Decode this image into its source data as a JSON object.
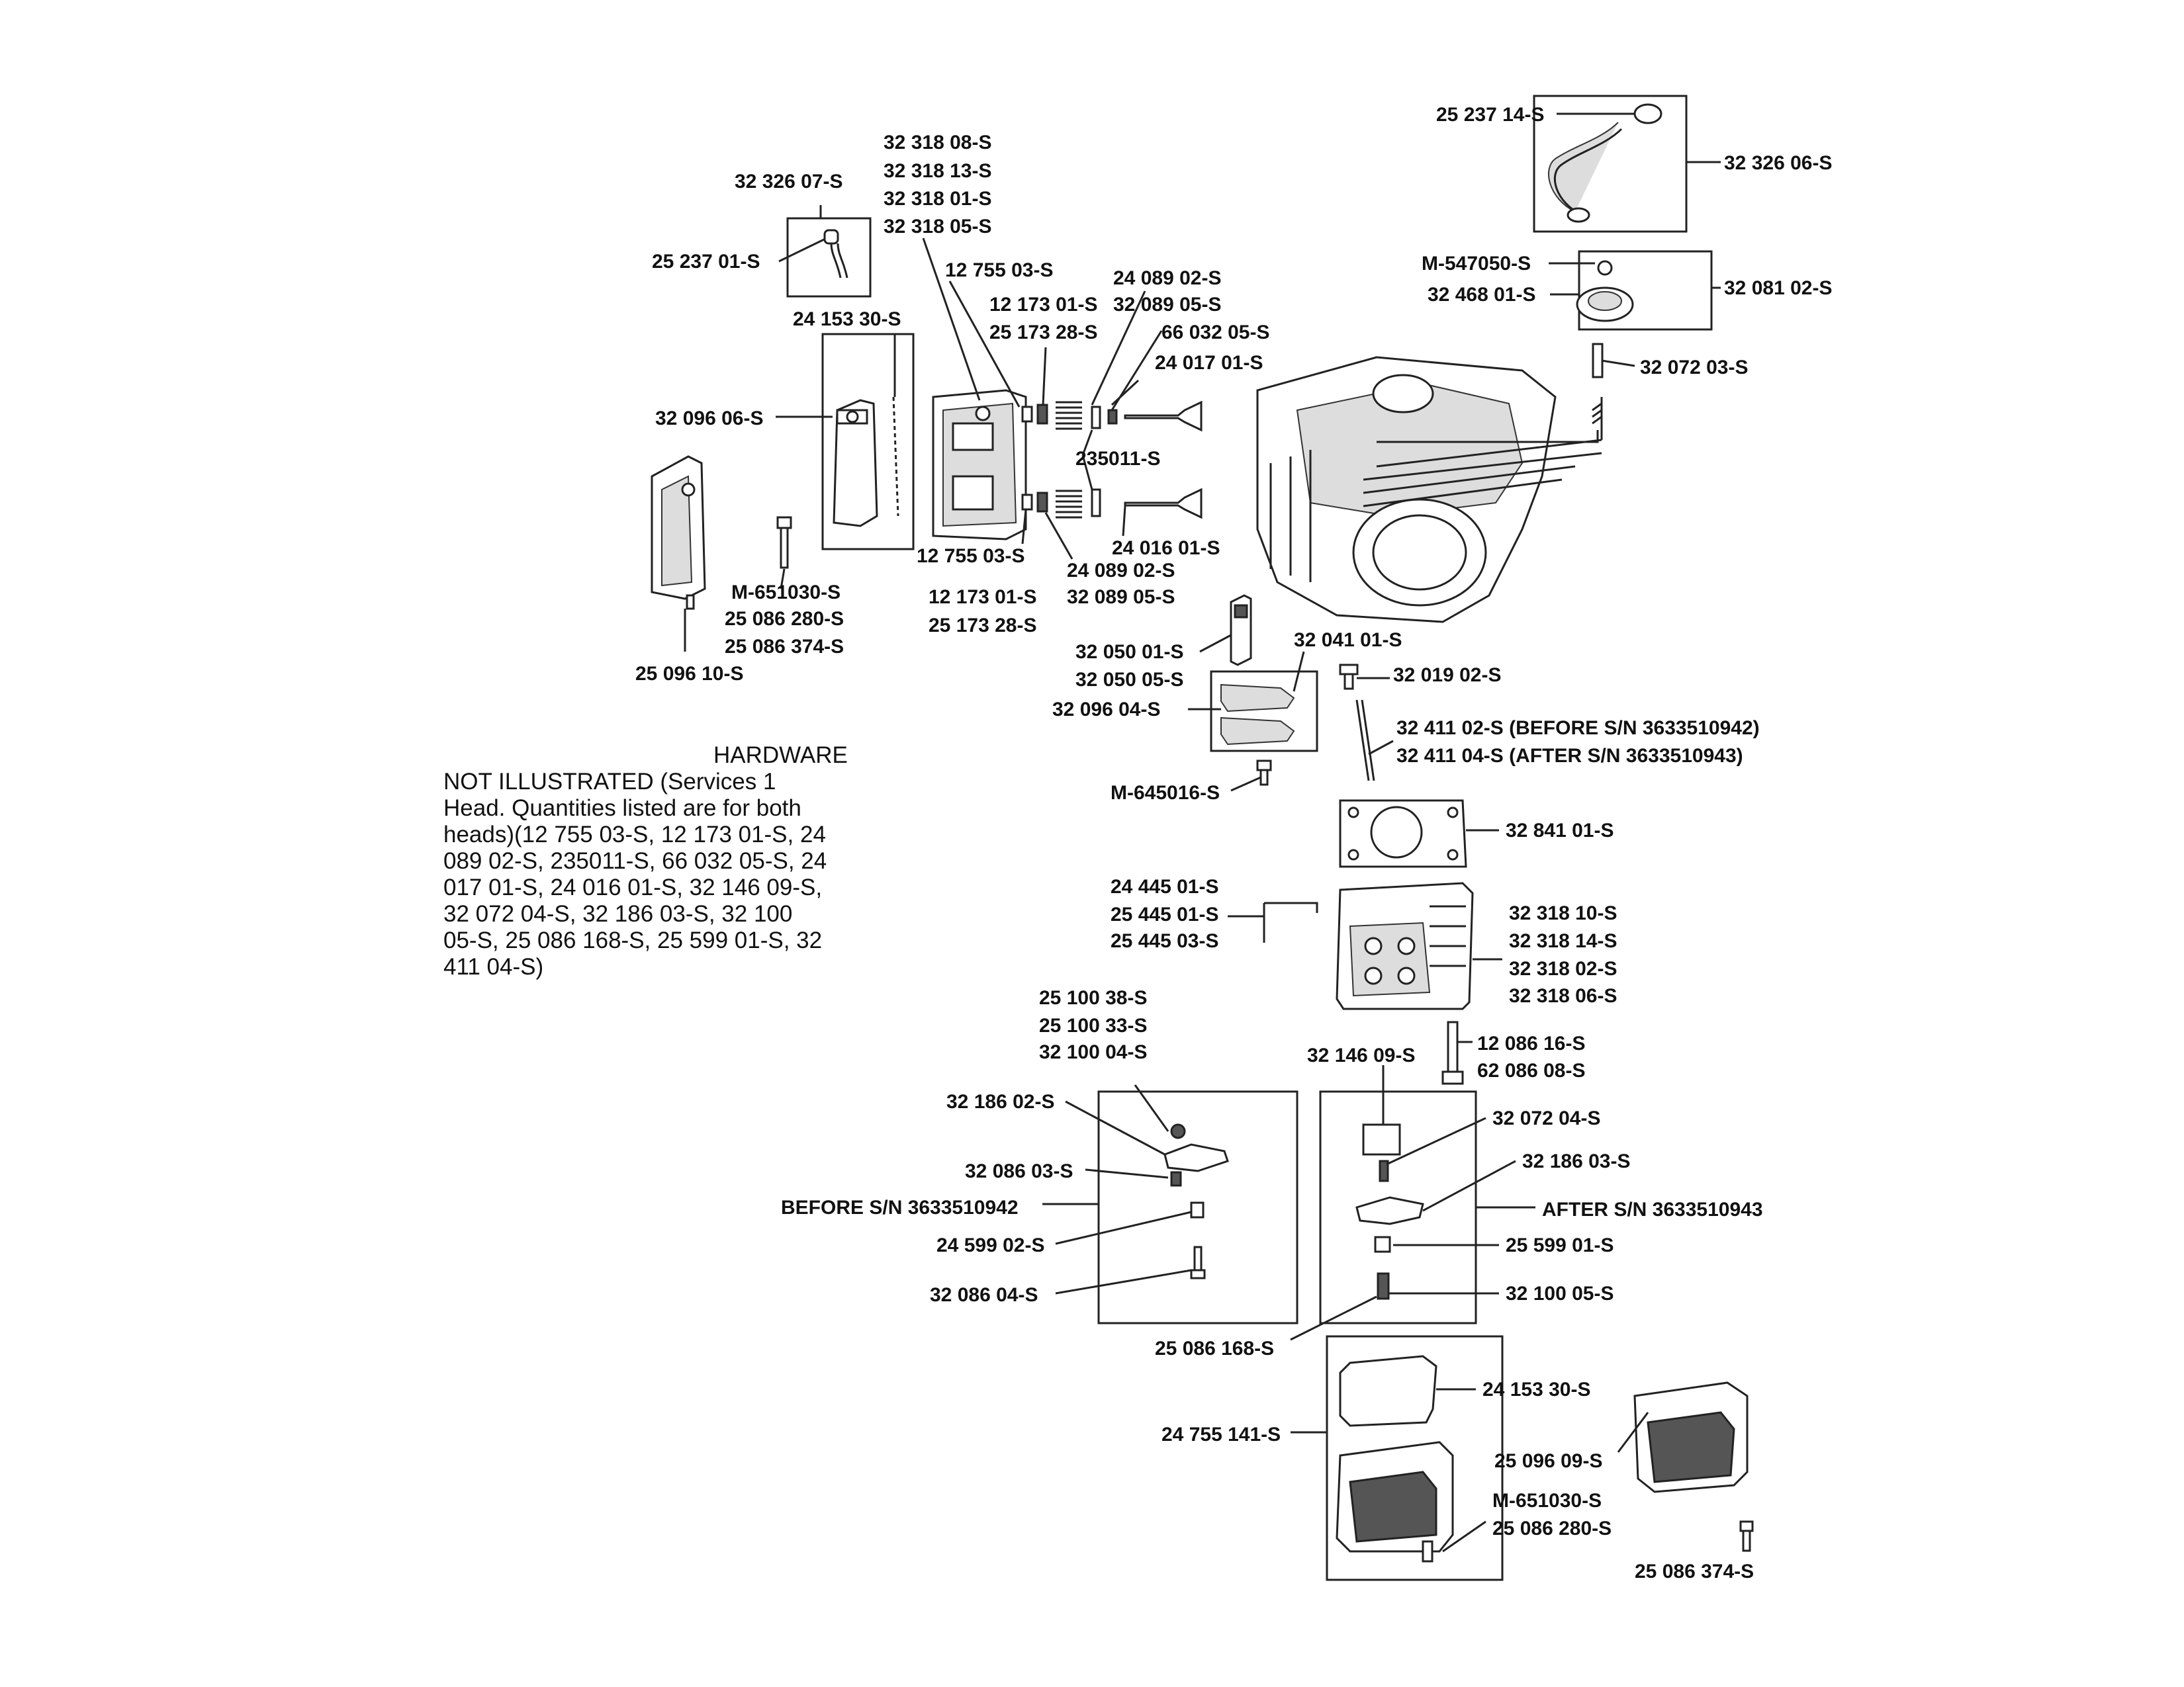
{
  "hardware_note": {
    "title": "HARDWARE",
    "lines": [
      "NOT ILLUSTRATED (Services 1",
      "Head. Quantities listed are for both",
      "heads)(12 755 03-S, 12 173 01-S, 24",
      "089 02-S, 235011-S, 66 032 05-S, 24",
      "017 01-S, 24 016 01-S, 32 146 09-S,",
      "32 072 04-S, 32 186 03-S, 32 100",
      "05-S, 25 086 168-S, 25 599 01-S, 32",
      "411 04-S)"
    ]
  },
  "part_labels": [
    "25 237 14-S",
    "32 326 06-S",
    "M-547050-S",
    "32 468 01-S",
    "32 081 02-S",
    "32 072 03-S",
    "32 326 07-S",
    "25 237 01-S",
    "32 318 08-S",
    "32 318 13-S",
    "32 318 01-S",
    "32 318 05-S",
    "12 755 03-S",
    "24 089 02-S",
    "12 173 01-S",
    "32 089 05-S",
    "25 173 28-S",
    "66 032 05-S",
    "24 153 30-S",
    "24 017 01-S",
    "32 096 06-S",
    "235011-S",
    "24 016 01-S",
    "12 755 03-S",
    "24 089 02-S",
    "M-651030-S",
    "12 173 01-S",
    "32 089 05-S",
    "25 086 280-S",
    "25 173 28-S",
    "25 086 374-S",
    "25 096 10-S",
    "32 050 01-S",
    "32 041 01-S",
    "32 050 05-S",
    "32 019 02-S",
    "32 096 04-S",
    "32 411 02-S (BEFORE S/N 3633510942)",
    "32 411 04-S (AFTER S/N 3633510943)",
    "M-645016-S",
    "32 841 01-S",
    "24 445 01-S",
    "32 318 10-S",
    "25 445 01-S",
    "32 318 14-S",
    "25 445 03-S",
    "32 318 02-S",
    "32 318 06-S",
    "25 100 38-S",
    "25 100 33-S",
    "32 100 04-S",
    "12 086 16-S",
    "32 146 09-S",
    "62 086 08-S",
    "32 186 02-S",
    "32 072 04-S",
    "32 086 03-S",
    "32 186 03-S",
    "BEFORE S/N 3633510942",
    "AFTER S/N 3633510943",
    "24 599 02-S",
    "25 599 01-S",
    "32 086 04-S",
    "32 100 05-S",
    "25 086 168-S",
    "24 153 30-S",
    "24 755 141-S",
    "25 096 09-S",
    "M-651030-S",
    "25 086 280-S",
    "25 086 374-S"
  ]
}
